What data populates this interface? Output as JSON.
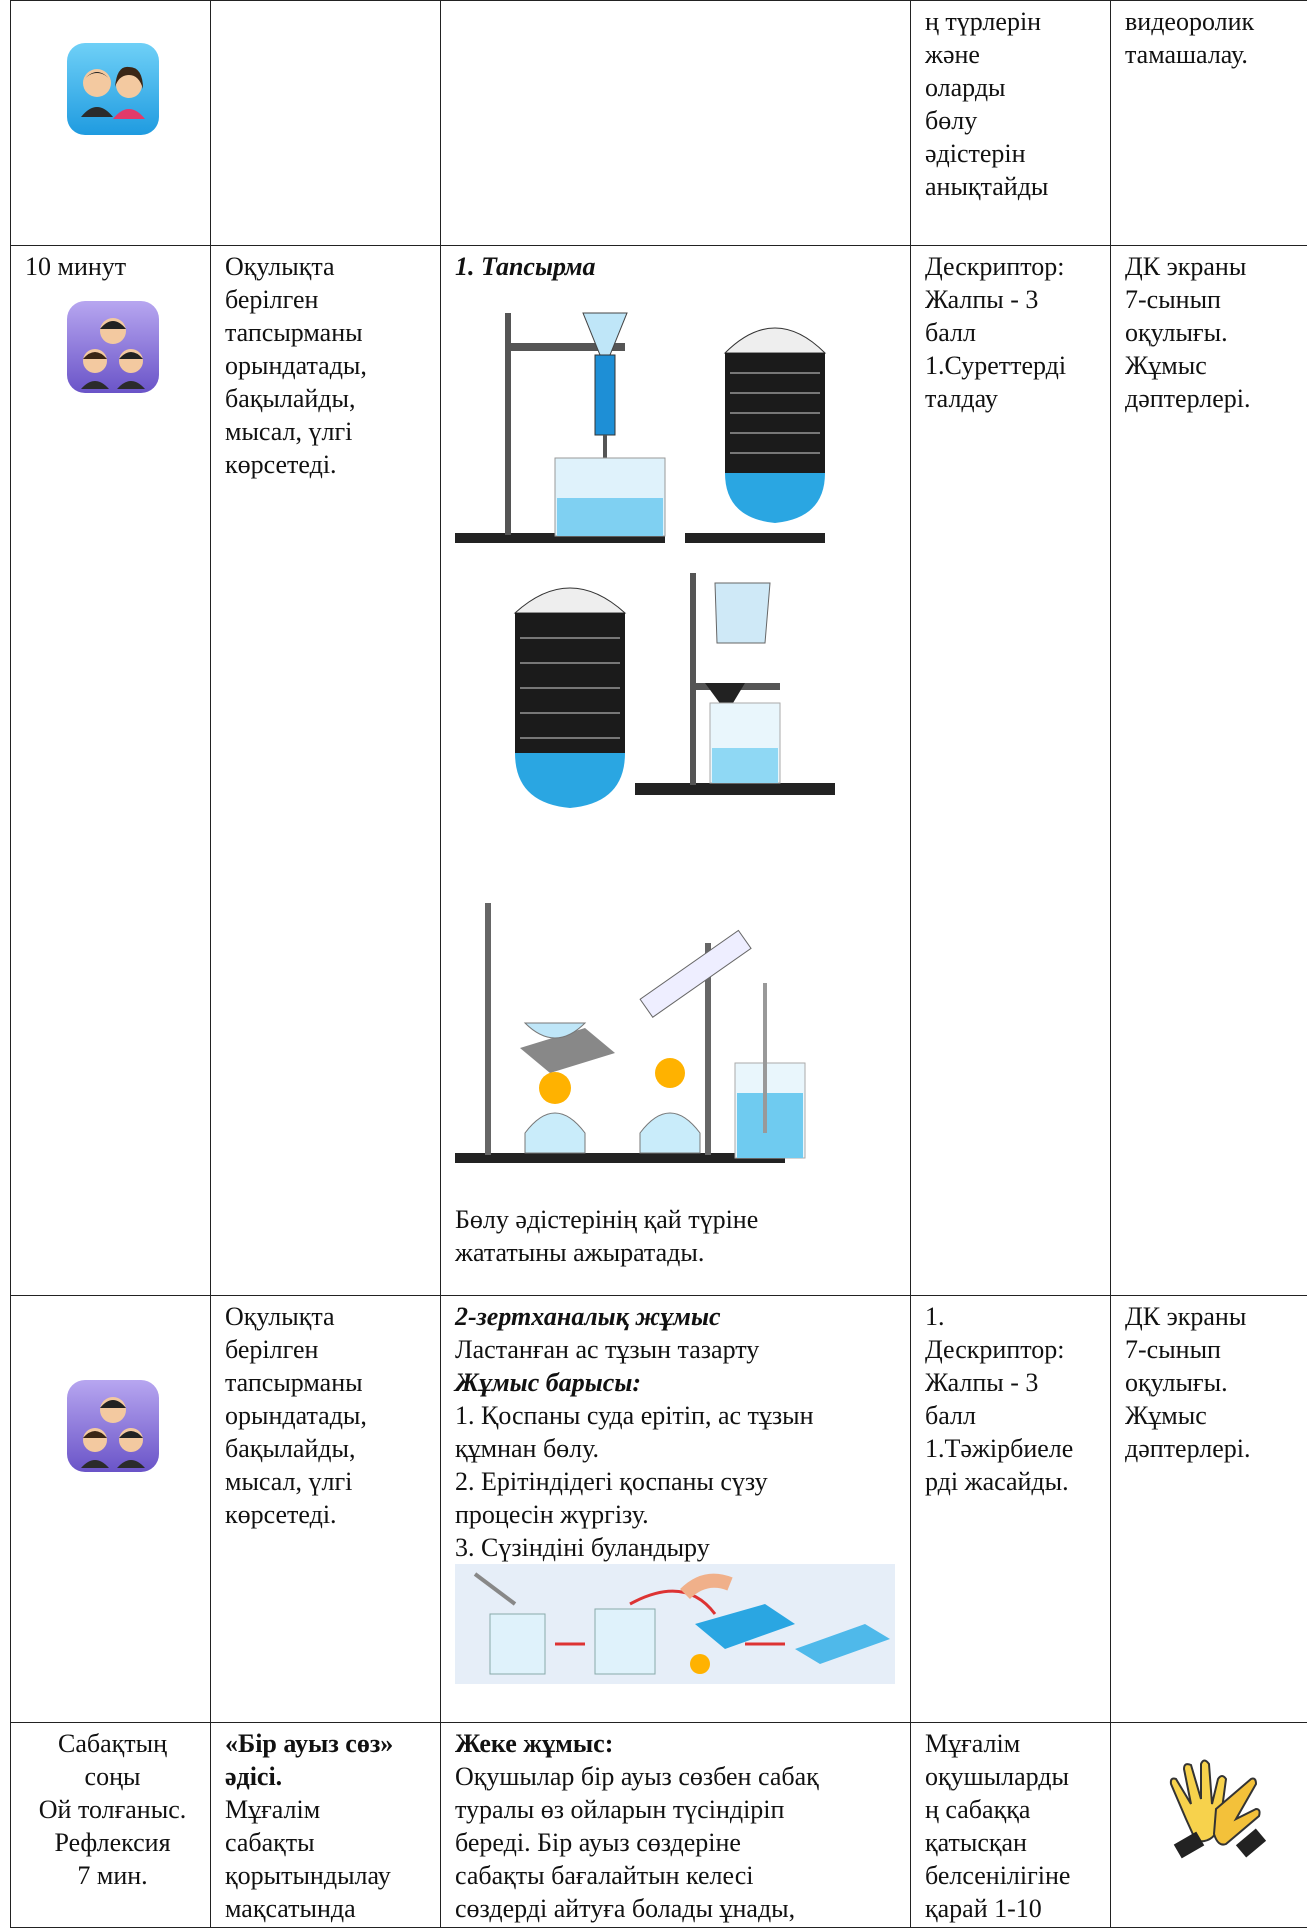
{
  "rows": [
    {
      "col4": [
        "ң түрлерін",
        "және",
        "оларды",
        "бөлу",
        "әдістерін",
        "анықтайды"
      ],
      "col5": [
        "видеоролик",
        "тамашалау."
      ],
      "icon": "pair-work-icon"
    },
    {
      "time": "10 минут",
      "icon": "group-work-icon",
      "teacher": [
        "Оқулықта",
        "берілген",
        "тапсырманы",
        "орындатады,",
        "бақылайды,",
        "мысал, үлгі",
        "көрсетеді."
      ],
      "task_title": "1. Тапсырма",
      "task_caption": [
        "Бөлу әдістерінің қай түріне",
        "жататыны ажыратады."
      ],
      "assessment": [
        "Дескриптор:",
        "Жалпы - 3",
        "балл",
        "1.Суреттерді",
        "талдау"
      ],
      "resources": [
        "ДК экраны",
        "7-сынып",
        "оқулығы.",
        "Жұмыс",
        "дәптерлері."
      ]
    },
    {
      "icon": "group-work-icon",
      "teacher": [
        "Оқулықта",
        "берілген",
        "тапсырманы",
        "орындатады,",
        "бақылайды,",
        "мысал, үлгі",
        "көрсетеді."
      ],
      "lab_title": "2-зертханалық жұмыс",
      "lab_subtitle": "Ластанған ас тұзын тазарту",
      "progress_title": "Жұмыс барысы:",
      "steps": [
        "1. Қоспаны суда ерітіп, ас тұзын",
        "құмнан бөлу.",
        "2. Ерітіндідегі қоспаны сүзу",
        "процесін жүргізу.",
        "3. Сүзіндіні буландыру"
      ],
      "assessment": [
        "1.",
        "Дескриптор:",
        "Жалпы - 3",
        "балл",
        "1.Тәжірбиеле",
        "рді  жасайды."
      ],
      "resources": [
        "ДК экраны",
        "7-сынып",
        "оқулығы.",
        "Жұмыс",
        "дәптерлері."
      ]
    },
    {
      "time": [
        "Сабақтың",
        "соңы",
        "Ой толғаныс.",
        "Рефлексия",
        "7 мин."
      ],
      "method": [
        "«Бір ауыз сөз»",
        "әдісі."
      ],
      "teacher": [
        "Мұғалім",
        "сабақты",
        "қорытындылау",
        "мақсатында"
      ],
      "work_title": "Жеке жұмыс:",
      "work_text": [
        "Оқушылар бір ауыз сөзбен сабақ",
        "туралы өз ойларын түсіндіріп",
        "береді. Бір ауыз сөздеріне",
        "сабақты бағалайтын келесі",
        "сөздерді айтуға болады ұнады,"
      ],
      "assessment": [
        "Мұғалім",
        "оқушыларды",
        "ң сабаққа",
        "қатысқан",
        "белсенілігіне",
        "қарай 1-10"
      ],
      "icon_right": "clapping-hands-icon"
    }
  ]
}
